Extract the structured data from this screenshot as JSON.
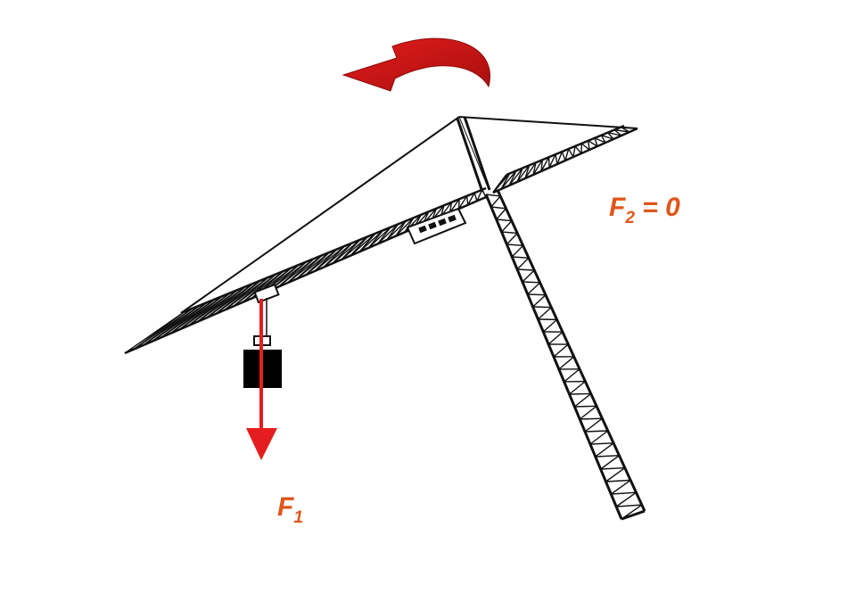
{
  "labels": {
    "f2": {
      "main": "F",
      "sub": "2",
      "rest": " = 0"
    },
    "f1": {
      "main": "F",
      "sub": "1"
    }
  },
  "colors": {
    "force_arrow": "#e41e1e",
    "rotation_arrow": "#e31b1b",
    "rotation_arrow_dark": "#a80f0f",
    "label_text": "#e0561b",
    "structure": "#111111",
    "load": "#000000"
  },
  "icons": {
    "rotation": "curved-rotation-arrow-icon",
    "force": "down-force-arrow-icon",
    "load": "hanging-load-icon"
  }
}
